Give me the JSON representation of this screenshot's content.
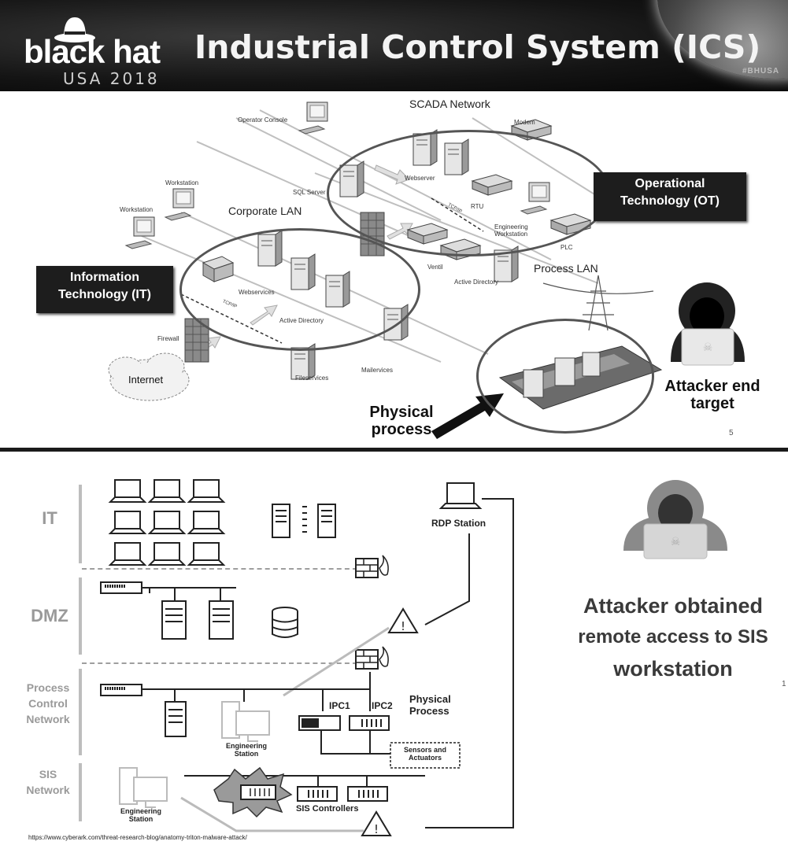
{
  "slide1": {
    "logo_main": "black hat",
    "logo_sub": "USA 2018",
    "title": "Industrial Control System (ICS)",
    "hashtag": "#BHUSA",
    "scada_network": "SCADA Network",
    "corporate_lan": "Corporate LAN",
    "process_lan": "Process LAN",
    "it_box": [
      "Information",
      "Technology (IT)"
    ],
    "ot_box": [
      "Operational",
      "Technology (OT)"
    ],
    "internet": "Internet",
    "physical_process": [
      "Physical",
      "process"
    ],
    "attacker": [
      "Attacker end",
      "target"
    ],
    "slide_number": "5",
    "devices": {
      "operator_console": "Operator Console",
      "modem": "Modem",
      "workstation_1": "Workstation",
      "workstation_2": "Workstation",
      "sql_server": "SQL Server",
      "webserver": "Webserver",
      "rtu": "RTU",
      "engineering_ws": [
        "Engineering",
        "Workstation"
      ],
      "plc": "PLC",
      "webservices": "Webservices",
      "active_directory_1": "Active Directory",
      "active_directory_2": "Active Directory",
      "ventil": "Ventil",
      "firewall": "Firewall",
      "mailservices": "Mailervices",
      "fileservices": "Fileservices",
      "tcpip_1": "TCP/IP",
      "tcpip_2": "TCP/IP"
    }
  },
  "slide2": {
    "zones": {
      "it": "IT",
      "dmz": "DMZ",
      "pcn": [
        "Process",
        "Control",
        "Network"
      ],
      "sis": [
        "SIS",
        "Network"
      ]
    },
    "rdp_station": "RDP Station",
    "ipc1": "IPC1",
    "ipc2": "IPC2",
    "physical_process": [
      "Physical",
      "Process"
    ],
    "sensors": [
      "Sensors and",
      "Actuators"
    ],
    "engineering_station_1": [
      "Engineering",
      "Station"
    ],
    "engineering_station_2": [
      "Engineering",
      "Station"
    ],
    "sis_controllers": "SIS Controllers",
    "headline": [
      "Attacker obtained",
      "remote access to SIS",
      "workstation"
    ],
    "slide_number": "1",
    "url": "https://www.cyberark.com/threat-research-blog/anatomy-triton-malware-attack/"
  }
}
